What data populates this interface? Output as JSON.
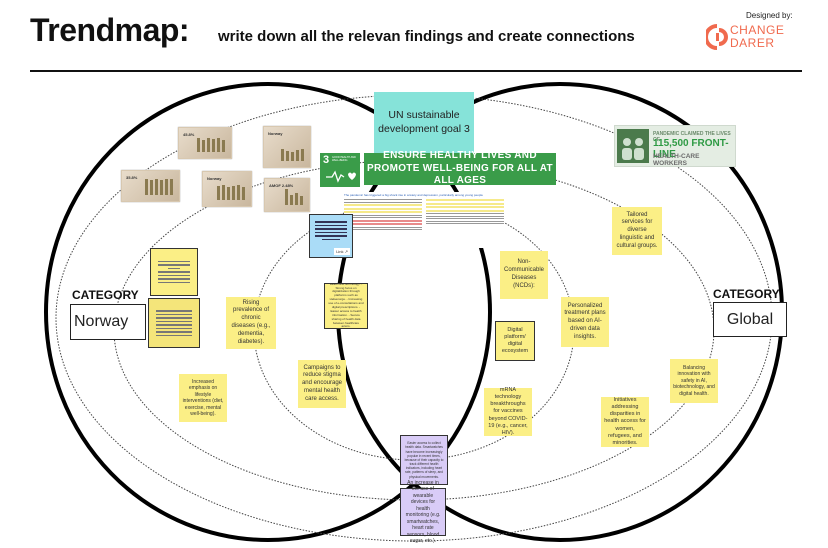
{
  "header": {
    "title": "Trendmap:",
    "subtitle": "write down all the relevan findings and create connections",
    "designed_by": "Designed by:",
    "logo_line1": "CHANGE",
    "logo_line2": "DARER"
  },
  "colors": {
    "sticky_yellow": "#fbef86",
    "sticky_purple": "#d9ccf7",
    "un_box": "#86e3d9",
    "sdg_green": "#3a9c49",
    "brand_orange": "#f06a4e"
  },
  "categories": {
    "left": {
      "label": "CATEGORY",
      "value": "Norway"
    },
    "right": {
      "label": "CATEGORY",
      "value": "Global"
    }
  },
  "center": {
    "un_goal": "UN sustainable development goal 3",
    "sdg_banner": "ENSURE HEALTHY LIVES AND PROMOTE WELL-BEING FOR ALL AT ALL AGES",
    "sdg_icon_number": "3",
    "sdg_icon_caption": "GOOD HEALTH AND WELL-BEING",
    "article_heading": "The pandemic has triggered a big shock rise in anxiety and depression, particularly among young people",
    "doc_link_label": "Link"
  },
  "pandemic_banner": {
    "line1": "PANDEMIC CLAIMED THE LIVES OF",
    "line2": "115,500 FRONT-LINE",
    "line3": "HEALTH-CARE WORKERS"
  },
  "photos": [
    {
      "label": "45.8%"
    },
    {
      "label": "35.8%"
    },
    {
      "label": "Norway"
    },
    {
      "label": "Norway"
    },
    {
      "label": "AMOF 2.48%"
    }
  ],
  "stickies": {
    "rising_prevalence": "Rising prevalence of chronic diseases (e.g., dementia, diabetes).",
    "health_tech": "Health and technology: - Strong focus on digitalization through platforms such as Helsenorge. - Increasing use of e-consultations and digital prescriptions. - Easier access to health information. - Secure sharing of health data between healthcare actors.",
    "lifestyle": "Increased emphasis on lifestyle interventions (diet, exercise, mental well-being).",
    "campaigns": "Campaigns to reduce stigma and encourage mental health care access.",
    "ncds": "Non-Communicable Diseases (NCDs):",
    "tailored": "Tailored services for diverse linguistic and cultural groups.",
    "personalized": "Personalized treatment plans based on AI-driven data insights.",
    "digital_platform": "Digital platform/ digital ecosystem",
    "mrna": "mRNA technology breakthroughs for vaccines beyond COVID-19 (e.g., cancer, HIV).",
    "initiatives": "Initiatives addressing disparities in health access for women, refugees, and minorities.",
    "balancing": "Balancing innovation with safety in AI, biotechnology, and digital health.",
    "wearables_access": "Easier access to collect health data. Smartwatches have become increasingly popular in recent times, because of their capacity to track different health indicators, including heart rate, patterns of sleep, and physical movements.",
    "wearables_increase": "An increase in the use of wearable devices for health monitoring (e.g. smartwatches, heart rate sensors, blood sugar, etc.)."
  }
}
